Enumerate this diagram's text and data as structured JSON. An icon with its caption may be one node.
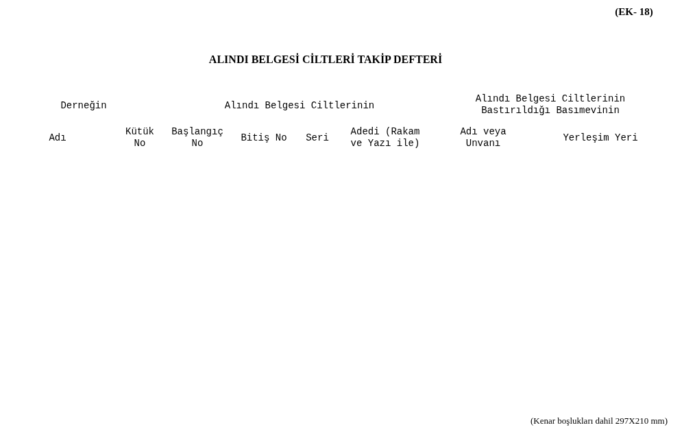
{
  "diagram": {
    "title": "ALINDI BELGESİ CİLTLERİ TAKİP DEFTERİ",
    "caption": "(Kenar boşlukları dahil 297X210 mm)",
    "labels": [
      "(EK- 18)",
      "Derneğin",
      "Alındı Belgesi Ciltlerinin",
      "Alındı Belgesi Ciltlerinin Bastırıldığı Basımevinin",
      "Adı",
      "Kütük No",
      "Başlangıç No",
      "Bitiş No",
      "Seri",
      "Adedi (Rakam ve Yazı ile)",
      "Adı veya Unvanı",
      "Yerleşim Yeri"
    ]
  }
}
